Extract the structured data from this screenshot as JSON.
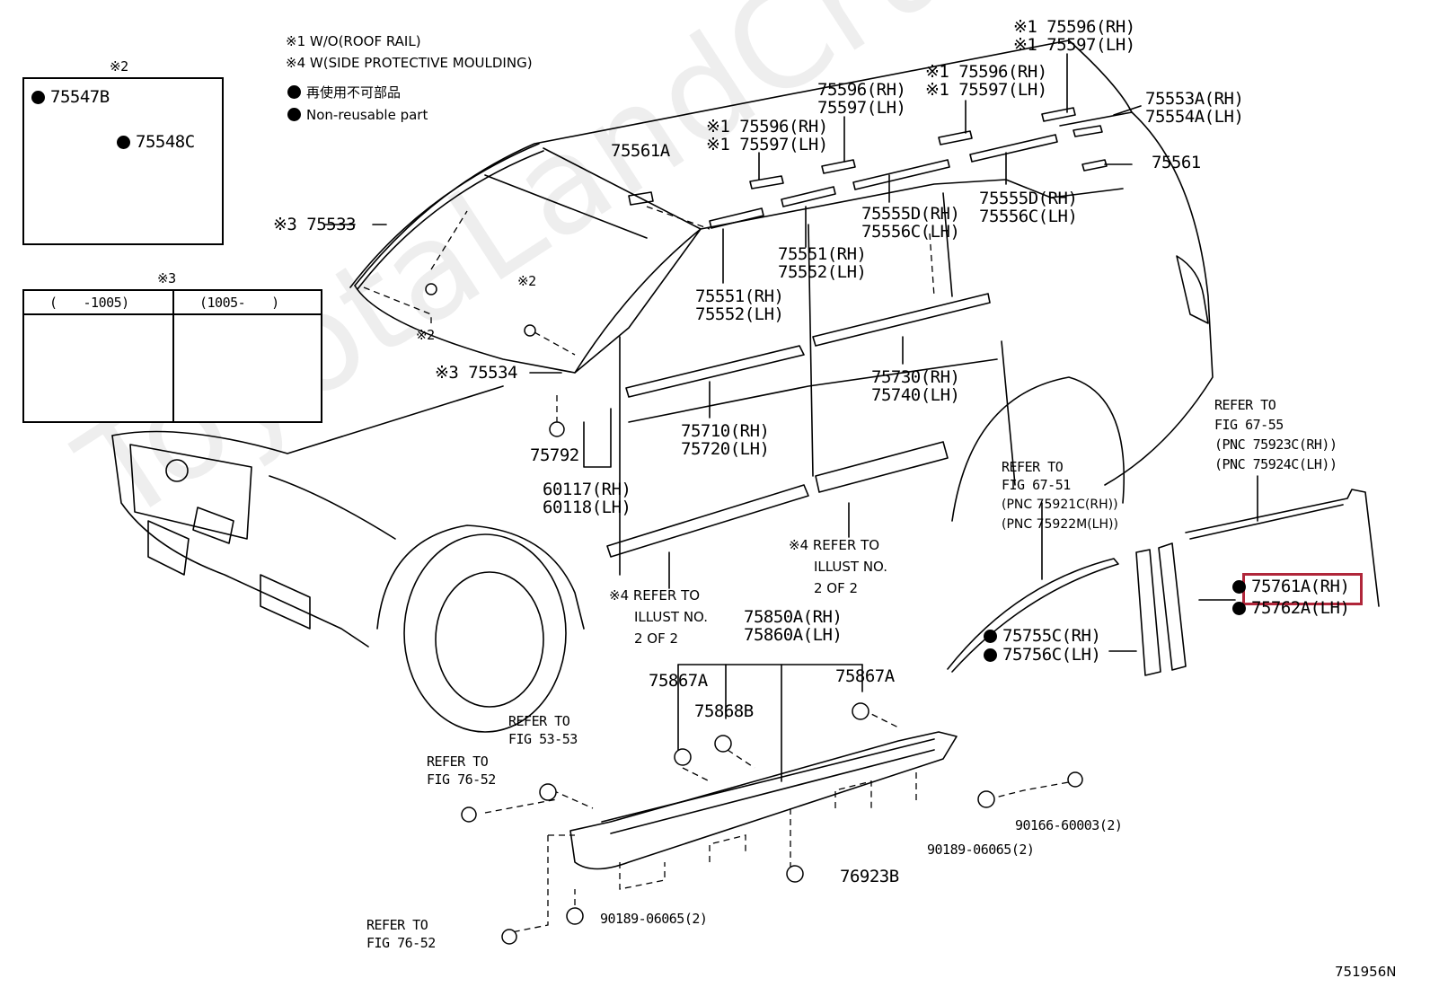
{
  "watermark": "ToyotaLandCruiser.ru",
  "legend": {
    "note1": "※1 W/O(ROOF RAIL)",
    "note4": "※4 W(SIDE PROTECTIVE MOULDING)",
    "nonreusable_jp": "再使用不可部品",
    "nonreusable_en": "Non-reusable part"
  },
  "inset_clip": {
    "mark": "※2",
    "parts": [
      "75547B",
      "75548C"
    ]
  },
  "inset_seal": {
    "mark": "※3",
    "col1": "(　　-1005)",
    "col2": "(1005-　　)"
  },
  "labels": {
    "l75533": "※3 75533",
    "l75534": "※3 75534",
    "x2a": "※2",
    "x2b": "※2",
    "p75561A": "75561A",
    "p75792": "75792",
    "p60117": "60117(RH)",
    "p60118": "60118(LH)",
    "p75596a": "※1 75596(RH)",
    "p75597a": "※1 75597(LH)",
    "p75596b": "75596(RH)",
    "p75597b": "75597(LH)",
    "p75596c": "※1 75596(RH)",
    "p75597c": "※1 75597(LH)",
    "p75596d": "※1 75596(RH)",
    "p75597d": "※1 75597(LH)",
    "p75553A": "75553A(RH)",
    "p75554A": "75554A(LH)",
    "p75561": "75561",
    "p75555Da": "75555D(RH)",
    "p75556Ca": "75556C(LH)",
    "p75555Db": "75555D(RH)",
    "p75556Cb": "75556C(LH)",
    "p75551a": "75551(RH)",
    "p75552a": "75552(LH)",
    "p75551b": "75551(RH)",
    "p75552b": "75552(LH)",
    "p75730": "75730(RH)",
    "p75740": "75740(LH)",
    "p75710": "75710(RH)",
    "p75720": "75720(LH)",
    "note4a_1": "※4 REFER TO",
    "note4a_2": "ILLUST NO.",
    "note4a_3": "2 OF 2",
    "note4b_1": "※4 REFER TO",
    "note4b_2": "ILLUST NO.",
    "note4b_3": "2 OF 2",
    "ref6751_1": "REFER TO",
    "ref6751_2": "FIG 67-51",
    "ref6751_3": "(PNC 75921C(RH))",
    "ref6751_4": "(PNC 75922M(LH))",
    "ref6755_1": "REFER TO",
    "ref6755_2": "FIG 67-55",
    "ref6755_3": "(PNC 75923C(RH))",
    "ref6755_4": "(PNC 75924C(LH))",
    "p75761A": "75761A(RH)",
    "p75762A": "75762A(LH)",
    "p75755C": "75755C(RH)",
    "p75756C": "75756C(LH)",
    "p75850A": "75850A(RH)",
    "p75860A": "75860A(LH)",
    "p75867A_l": "75867A",
    "p75867A_r": "75867A",
    "p75868B": "75868B",
    "ref5353_1": "REFER TO",
    "ref5353_2": "FIG 53-53",
    "ref7652a_1": "REFER TO",
    "ref7652a_2": "FIG 76-52",
    "ref7652b_1": "REFER TO",
    "ref7652b_2": "FIG 76-52",
    "p90166": "90166-60003(2)",
    "p90189a": "90189-06065(2)",
    "p90189b": "90189-06065(2)",
    "p76923B": "76923B",
    "fig_id": "751956N"
  },
  "highlight_part": "75761A(RH)",
  "colors": {
    "line": "#000000",
    "highlight": "#b0263a"
  }
}
